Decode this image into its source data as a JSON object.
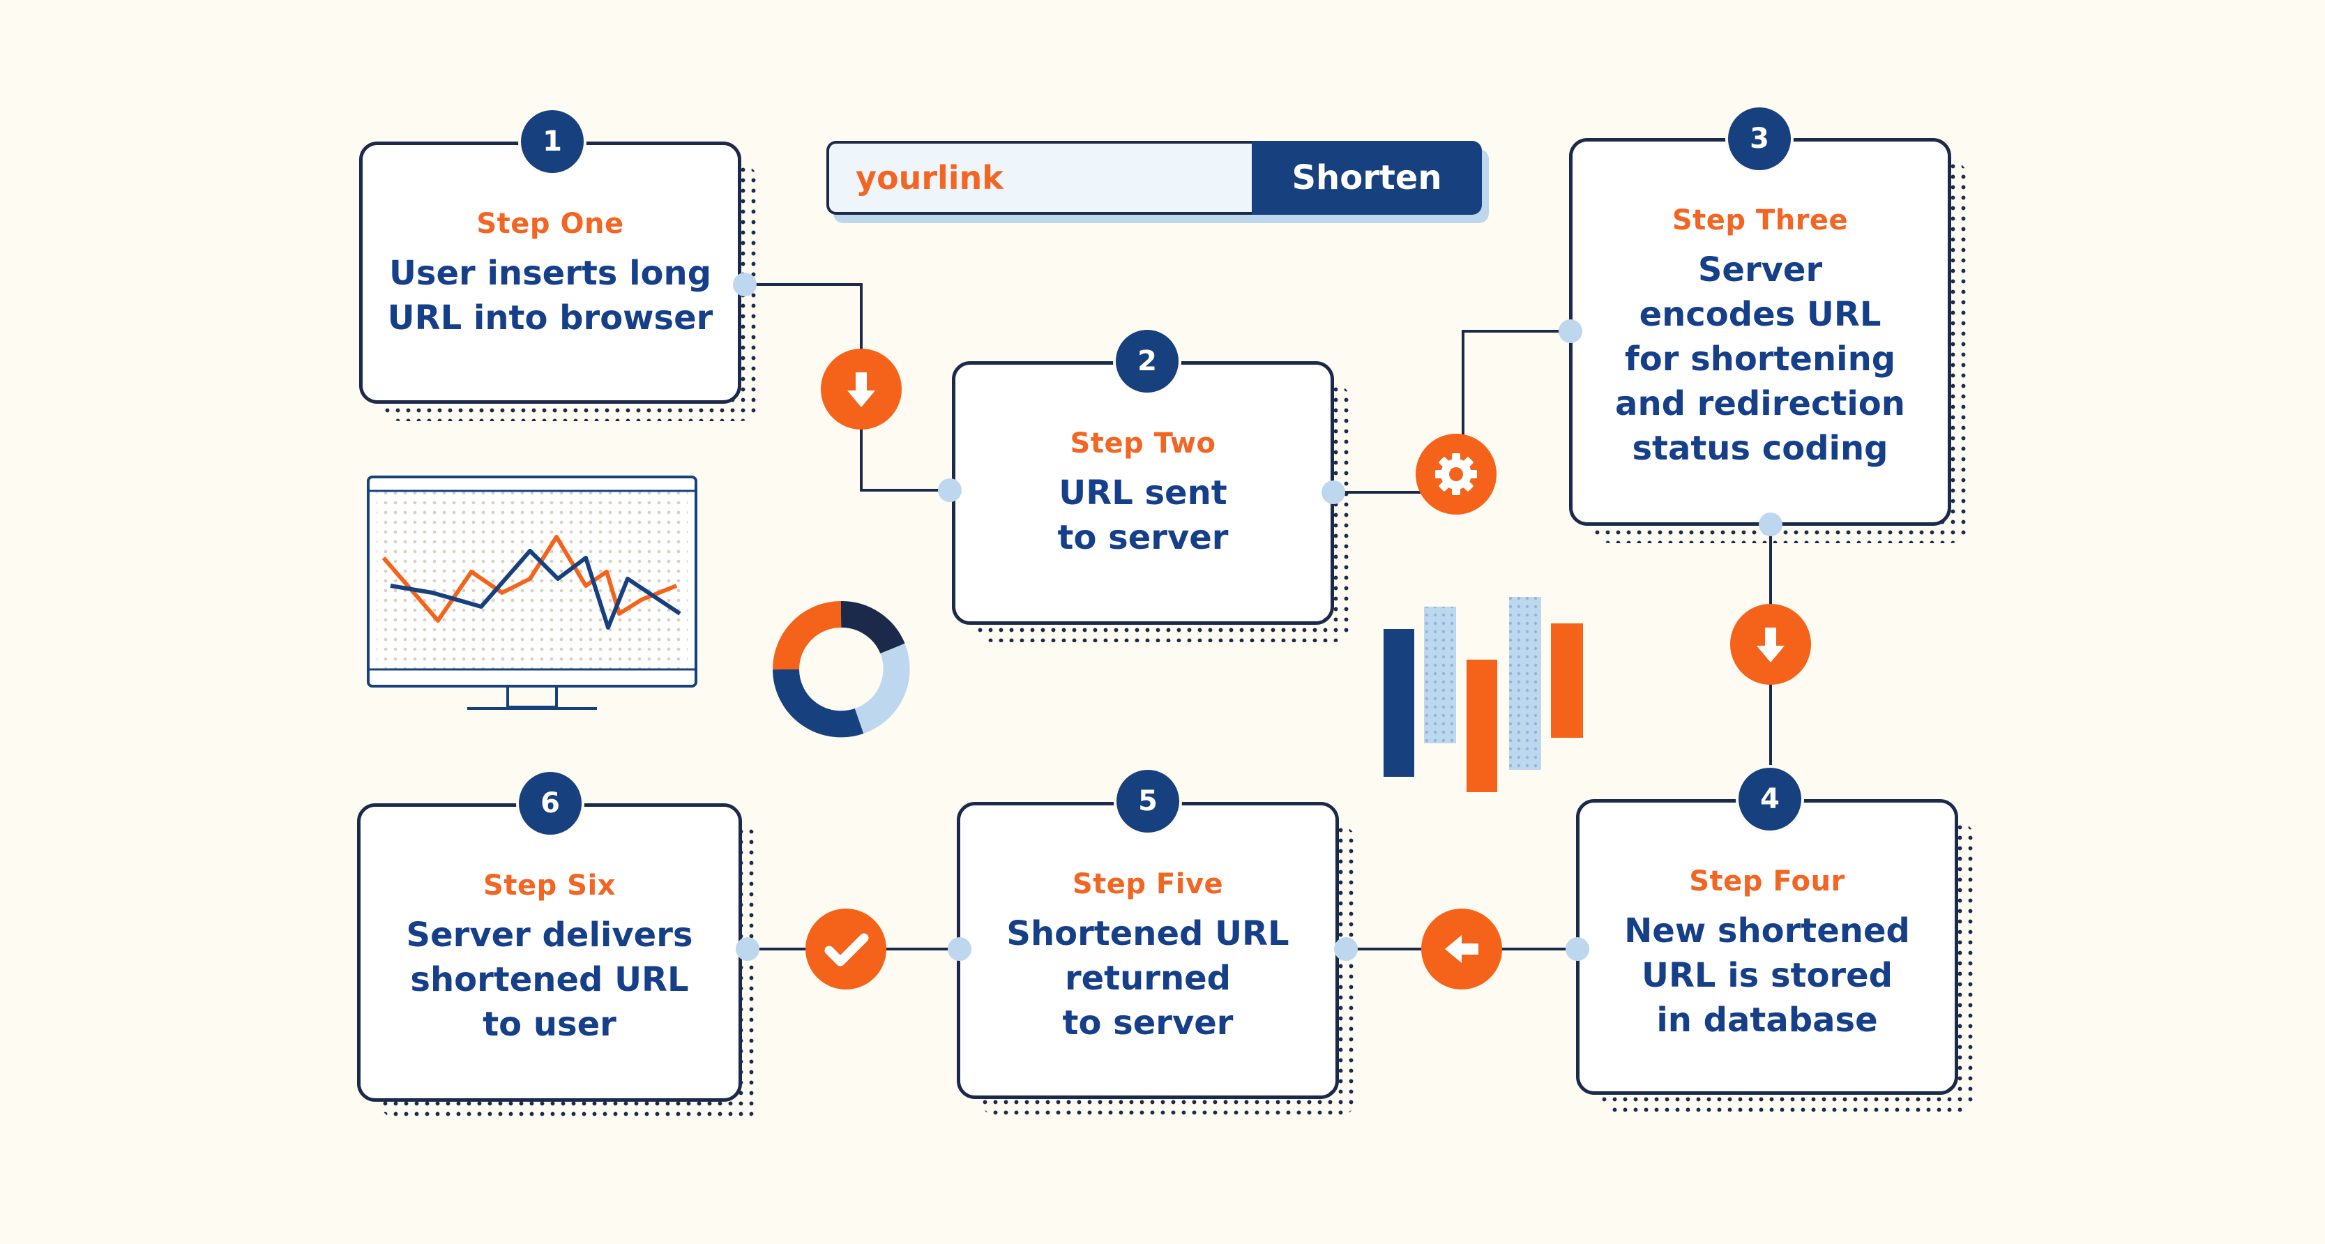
{
  "colors": {
    "background": "#fdfbf2",
    "navy": "#17407f",
    "orange": "#f26522",
    "light_blue": "#bcd7ee",
    "outline": "#1b2a4a"
  },
  "url_bar": {
    "input_value": "yourlink",
    "button_label": "Shorten"
  },
  "steps": [
    {
      "number": "1",
      "title": "Step One",
      "text": "User inserts long\nURL into browser"
    },
    {
      "number": "2",
      "title": "Step Two",
      "text": "URL sent\nto server"
    },
    {
      "number": "3",
      "title": "Step Three",
      "text": "Server\nencodes URL\nfor shortening\nand redirection\nstatus coding"
    },
    {
      "number": "4",
      "title": "Step Four",
      "text": "New shortened\nURL is stored\nin database"
    },
    {
      "number": "5",
      "title": "Step Five",
      "text": "Shortened URL\nreturned\nto server"
    },
    {
      "number": "6",
      "title": "Step Six",
      "text": "Server delivers\nshortened URL\nto user"
    }
  ],
  "action_icons": [
    "arrow-down-icon",
    "gear-icon",
    "arrow-down-icon",
    "arrow-left-icon",
    "checkmark-icon"
  ],
  "decorations": [
    "monitor-line-chart-icon",
    "donut-chart-icon",
    "bar-chart-icon"
  ]
}
